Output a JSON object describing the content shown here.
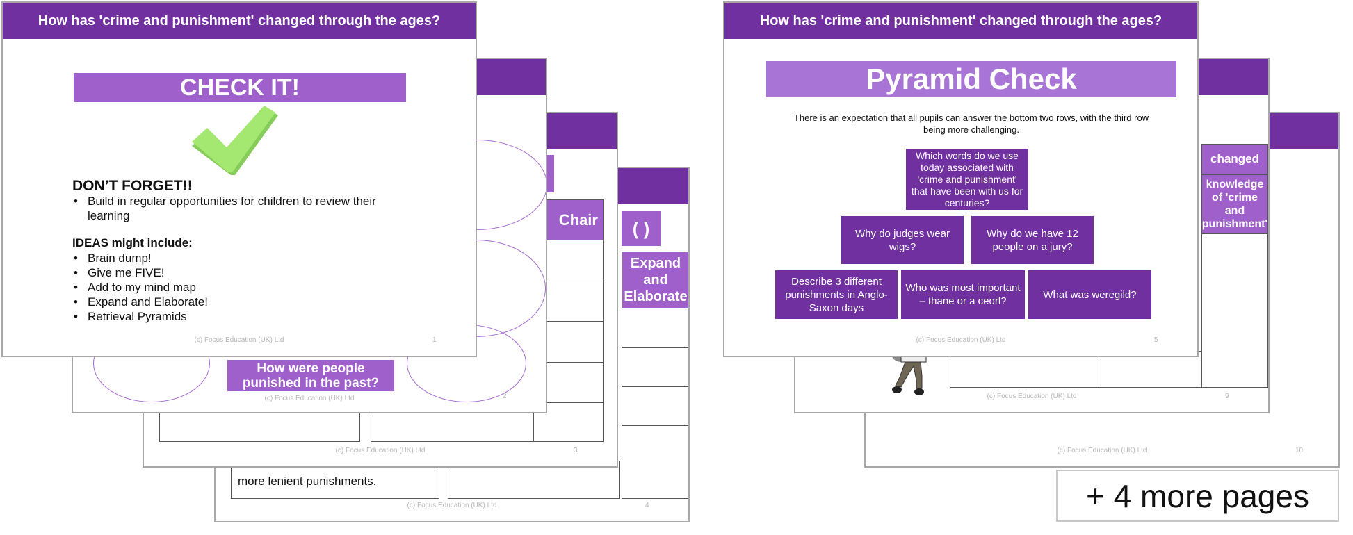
{
  "slide_title": "How has 'crime and punishment' changed through the ages?",
  "footer": "(c) Focus Education (UK) Ltd",
  "left_stack": {
    "slide4": {
      "page": "4",
      "header_cell": "Expand and Elaborate",
      "bracket_cell": "( )",
      "body_text": "more lenient",
      "body_text2": "punishments."
    },
    "slide3": {
      "page": "3",
      "header_cell": "Chair"
    },
    "slide2": {
      "page": "2",
      "center_box": "How were people punished in the past?"
    },
    "slide1": {
      "page": "1",
      "banner": "CHECK IT!",
      "dont_forget": "DON’T FORGET!!",
      "dont_forget_items": [
        "Build in regular opportunities for children to review their learning"
      ],
      "ideas_heading": "IDEAS might include:",
      "ideas": [
        "Brain dump!",
        "Give me FIVE!",
        "Add to my mind map",
        "Expand and Elaborate!",
        "Retrieval Pyramids"
      ]
    }
  },
  "right_stack": {
    "slide10": {
      "page": "10"
    },
    "slide9": {
      "page": "9",
      "cell1": "changed",
      "cell2": "knowledge of 'crime and punishment'"
    },
    "slide5": {
      "page": "5",
      "banner": "Pyramid Check",
      "description": "There is an expectation that all pupils can answer the bottom two rows, with the third row being more challenging.",
      "pyramid": {
        "top": "Which words do we use today associated with 'crime and punishment' that have been with us for centuries?",
        "middle": [
          "Why do judges wear wigs?",
          "Why do we have 12 people on a jury?"
        ],
        "bottom": [
          "Describe 3 different punishments in Anglo-Saxon days",
          "Who was most important – thane or a ceorl?",
          "What was weregild?"
        ]
      }
    }
  },
  "more_pages": "+ 4 more pages",
  "colors": {
    "header": "#7030a0",
    "banner": "#a060cc",
    "check": "#9be36b"
  }
}
